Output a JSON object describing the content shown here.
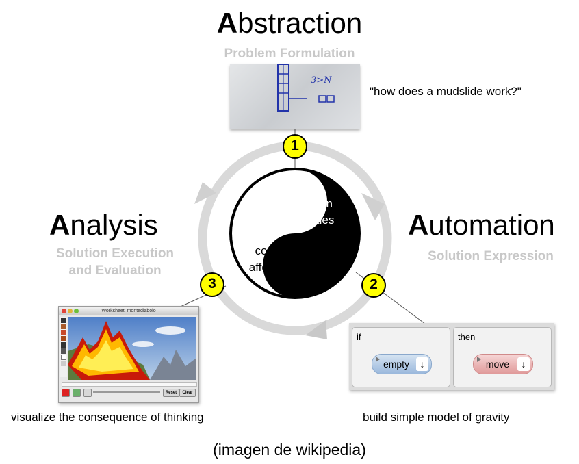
{
  "abstraction": {
    "initial": "A",
    "rest": "bstraction",
    "subtitle": "Problem Formulation",
    "quote": "\"how does a mudslide work?\""
  },
  "analysis": {
    "initial": "A",
    "rest": "nalysis",
    "subtitle_line1": "Solution Execution",
    "subtitle_line2": "and Evaluation",
    "caption": "visualize the consequence of thinking"
  },
  "automation": {
    "initial": "A",
    "rest": "utomation",
    "subtitle": "Solution Expression",
    "caption": "build simple model of gravity"
  },
  "center": {
    "human_line1": "human",
    "human_line2": "abilities",
    "computer_line1": "computer",
    "computer_line2": "affordances"
  },
  "steps": {
    "one": "1",
    "two": "2",
    "three": "3"
  },
  "napkin": {
    "note": "3>N"
  },
  "worksheet": {
    "title": "Worksheet: montediabolo",
    "reset": "Reset",
    "clear": "Clear"
  },
  "rules": {
    "if_label": "if",
    "then_label": "then",
    "condition": "empty",
    "action": "move",
    "arrow": "↓"
  },
  "credit": "(imagen de wikipedia)",
  "colors": {
    "step_fill": "#ffff00",
    "ring": "#d6d6d6",
    "subtitle": "#c8c8c8"
  }
}
